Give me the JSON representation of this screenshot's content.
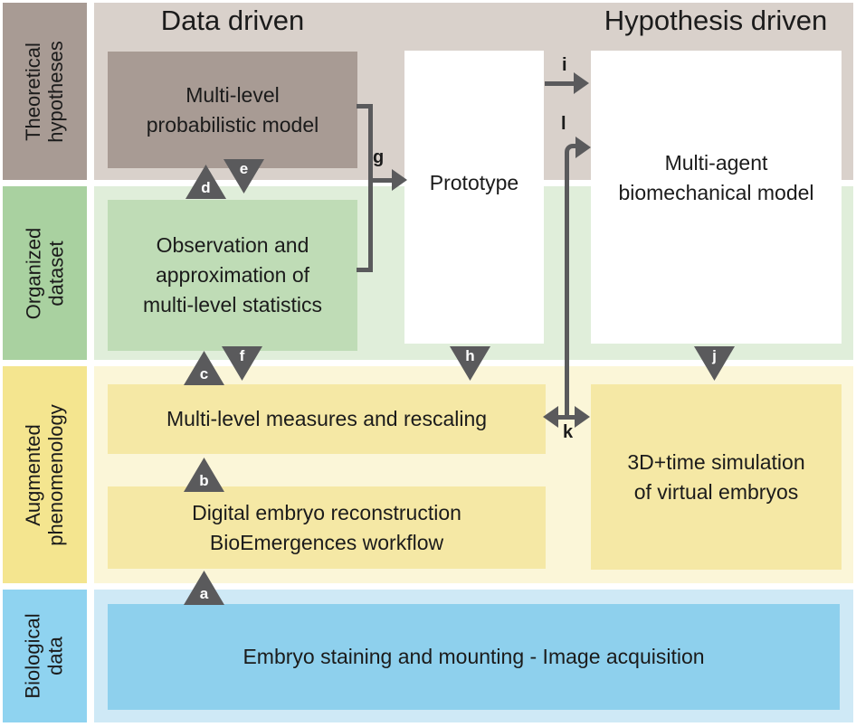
{
  "figure": {
    "headers": {
      "data_driven": "Data driven",
      "hypothesis_driven": "Hypothesis driven"
    },
    "row_labels": [
      {
        "id": "theoretical",
        "label": "Theoretical\nhypotheses"
      },
      {
        "id": "organized",
        "label": "Organized\ndataset"
      },
      {
        "id": "augmented",
        "label": "Augmented\nphenomenology"
      },
      {
        "id": "biological",
        "label": "Biological\ndata"
      }
    ],
    "boxes": {
      "prob_model": "Multi-level\nprobabilistic model",
      "prototype": "Prototype",
      "multi_agent": "Multi-agent\nbiomechanical model",
      "obs_stats": "Observation and\napproximation of\nmulti-level statistics",
      "measures": "Multi-level measures and rescaling",
      "digital": "Digital embryo reconstruction\nBioEmergences workflow",
      "sim3d": "3D+time simulation\nof virtual embryos",
      "embryo": "Embryo staining and mounting - Image acquisition"
    },
    "arrow_labels": {
      "a": "a",
      "b": "b",
      "c": "c",
      "d": "d",
      "e": "e",
      "f": "f",
      "g": "g",
      "h": "h",
      "i": "i",
      "j": "j",
      "k": "k",
      "l": "l"
    },
    "colors": {
      "taupe_med": "#a89b94",
      "taupe_light": "#d9d1cb",
      "green_med": "#a9d1a0",
      "green_box": "#bfdcb6",
      "green_light": "#e0eeda",
      "yellow_med": "#f4e58f",
      "yellow_box": "#f5e8a5",
      "yellow_light": "#fbf6d8",
      "blue_med": "#8fd3f0",
      "blue_box": "#8ed0ed",
      "blue_light": "#cfe9f6",
      "arrow": "#5a5a5c",
      "text": "#1b1b1b"
    }
  }
}
